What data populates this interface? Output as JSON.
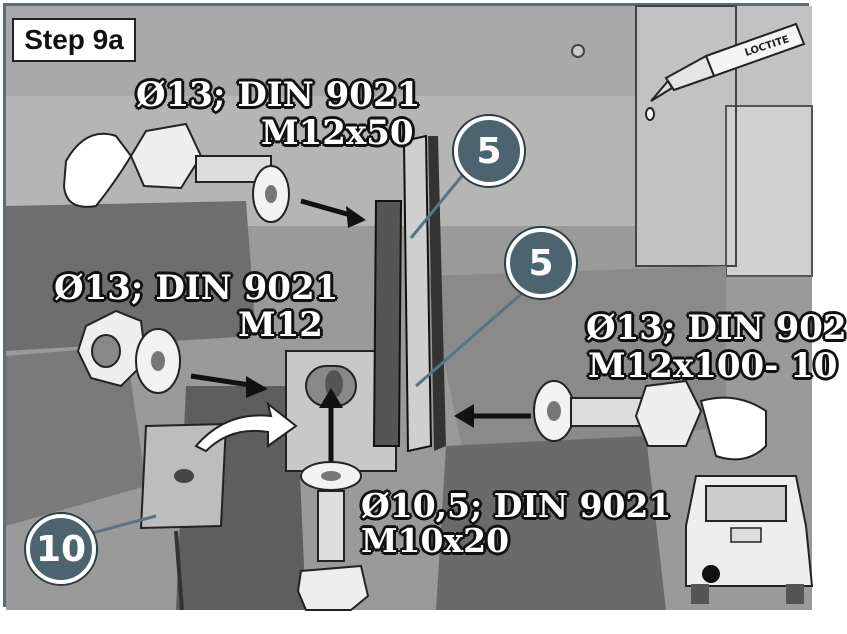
{
  "step": "Step 9a",
  "loctite": "LOCTITE",
  "labels": {
    "bolt_top_line1": "Ø13; DIN 9021",
    "bolt_top_line2": "M12x50",
    "nut_left_line1": "Ø13; DIN 9021",
    "nut_left_line2": "M12",
    "bolt_right_line1": "Ø13; DIN 902",
    "bolt_right_line2": "M12x100- 10",
    "bolt_bottom_line1": "Ø10,5; DIN 9021",
    "bolt_bottom_line2": "M10x20"
  },
  "badges": {
    "upper": "5",
    "middle": "5",
    "plate": "10"
  },
  "colors": {
    "badge": "#4b6470",
    "frame": "#5a6e78",
    "metal": "#9d9d9d"
  }
}
